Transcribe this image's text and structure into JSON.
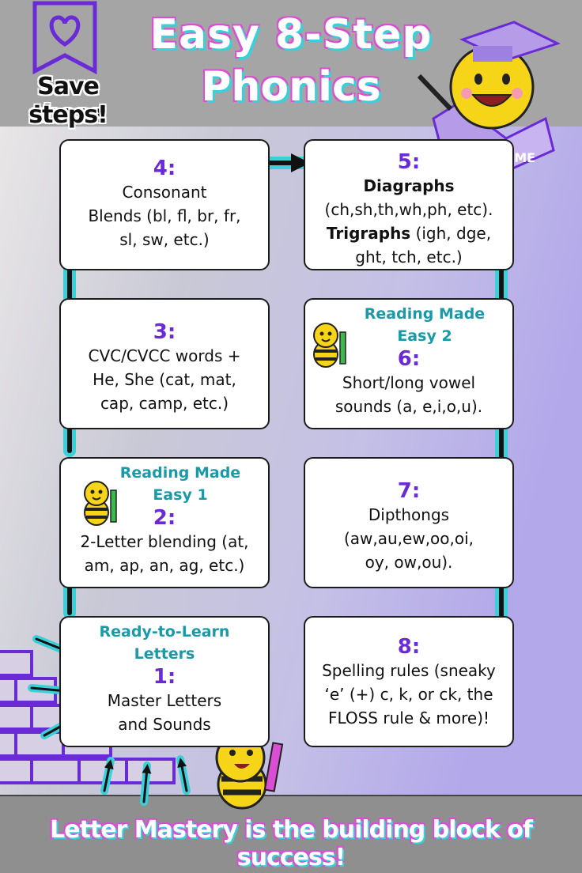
{
  "title": {
    "line1": "Easy 8-Step",
    "line2": "Phonics"
  },
  "bookmark": {
    "line1": "Save these",
    "line2": "steps!"
  },
  "book_logo": "LME",
  "cards": {
    "c1": {
      "label_line1": "Ready-to-Learn",
      "label_line2": "Letters",
      "number": "1:",
      "line1": "Master Letters",
      "line2": "and Sounds"
    },
    "c2": {
      "label_line1": "Reading Made",
      "label_line2": "Easy 1",
      "number": "2:",
      "line1": "2-Letter blending (at,",
      "line2": "am, ap, an, ag, etc.)"
    },
    "c3": {
      "number": "3:",
      "line1": "CVC/CVCC words +",
      "line2": "He, She (cat, mat,",
      "line3": "cap, camp, etc.)"
    },
    "c4": {
      "number": "4:",
      "line1": "Consonant",
      "line2": "Blends (bl, fl, br, fr,",
      "line3": "sl, sw, etc.)"
    },
    "c5": {
      "number": "5:",
      "bold1": "Diagraphs",
      "line2": "(ch,sh,th,wh,ph, etc).",
      "bold3": "Trigraphs",
      "line3": " (igh, dge,",
      "line4": "ght, tch, etc.)"
    },
    "c6": {
      "label_line1": "Reading Made",
      "label_line2": "Easy 2",
      "number": "6:",
      "line1": "Short/long vowel",
      "line2": "sounds (a, e,i,o,u)."
    },
    "c7": {
      "number": "7:",
      "line1": "Dipthongs",
      "line2": "(aw,au,ew,oo,oi,",
      "line3": "oy, ow,ou)."
    },
    "c8": {
      "number": "8:",
      "line1": "Spelling rules (sneaky",
      "line2": "‘e’ (+) c, k, or ck, the",
      "line3": "FLOSS rule & more)!"
    }
  },
  "footer": "Letter Mastery is the building block of success!",
  "colors": {
    "accent_purple": "#6a2bd6",
    "teal": "#1a9aa8",
    "arrow_outline": "#3ad0d9",
    "brick": "#6a2bd6",
    "bee_yellow": "#f6d417"
  }
}
